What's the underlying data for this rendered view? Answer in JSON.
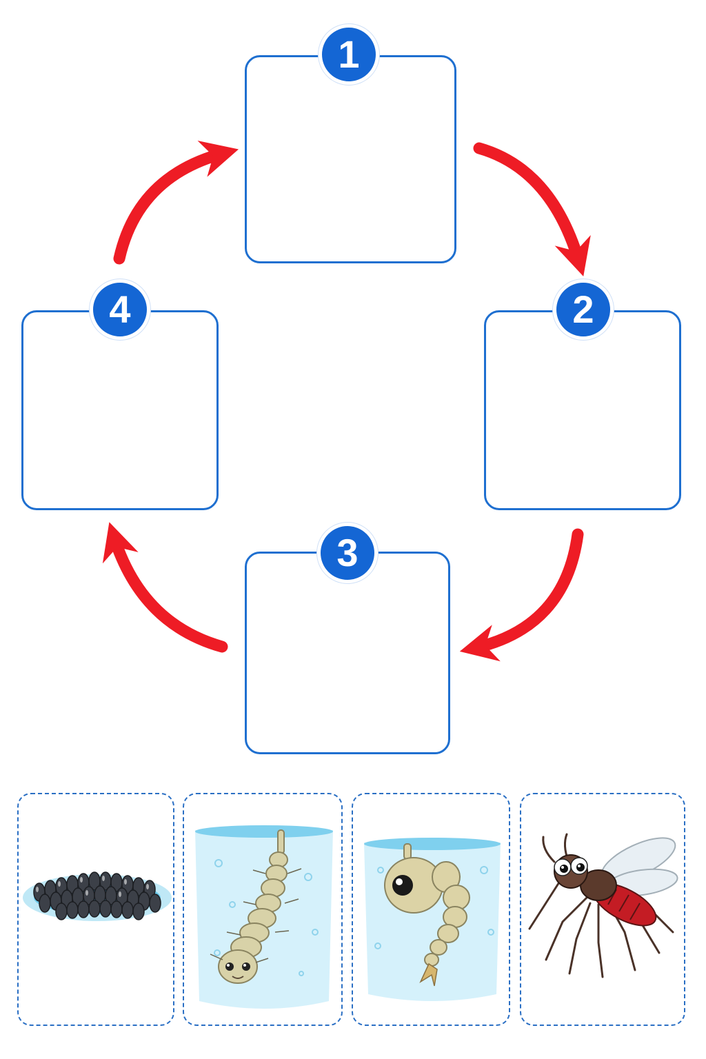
{
  "stages": [
    {
      "number": "1"
    },
    {
      "number": "2"
    },
    {
      "number": "3"
    },
    {
      "number": "4"
    }
  ],
  "cards": [
    {
      "icon": "mosquito-eggs-icon"
    },
    {
      "icon": "mosquito-larva-icon"
    },
    {
      "icon": "mosquito-pupa-icon"
    },
    {
      "icon": "adult-mosquito-icon"
    }
  ],
  "colors": {
    "box_border": "#1e6fd0",
    "badge": "#1466d4",
    "arrow": "#ee1c25",
    "card_border": "#2a6fc4",
    "water": "#9fdcf0"
  }
}
